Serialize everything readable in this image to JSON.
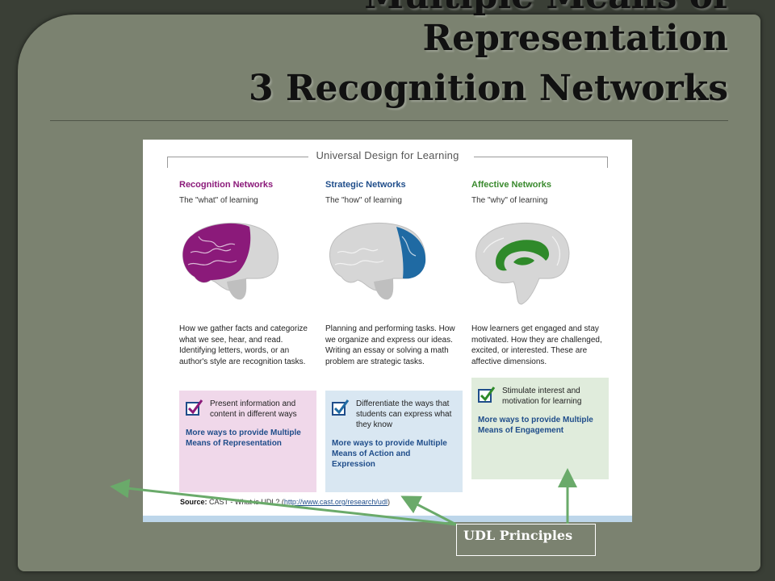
{
  "slide": {
    "title_line_1": "Multiple Means of",
    "title_line_2": "Representation",
    "title_line_3": "3 Recognition Networks"
  },
  "figure": {
    "header": "Universal Design for Learning",
    "columns": [
      {
        "title": "Recognition Networks",
        "subtitle": "The \"what\" of learning",
        "description": "How we gather facts and categorize what we see, hear, and read. Identifying letters, words, or an author's style are recognition tasks.",
        "box_text": "Present information and content in different ways",
        "box_link": "More ways to provide Multiple Means of Representation",
        "title_color": "#8b1a7a",
        "box_color": "#f0d8ea",
        "highlight_color": "#8b1a7a"
      },
      {
        "title": "Strategic Networks",
        "subtitle": "The \"how\" of learning",
        "description": "Planning and performing tasks. How we organize and express our ideas. Writing an essay or solving a math problem are strategic tasks.",
        "box_text": "Differentiate the ways that students can express what they know",
        "box_link": "More ways to provide Multiple Means of Action and Expression",
        "title_color": "#1f4d8a",
        "box_color": "#d9e7f2",
        "highlight_color": "#1f6aa3"
      },
      {
        "title": "Affective Networks",
        "subtitle": "The \"why\" of learning",
        "description": "How learners get engaged and stay motivated. How they are challenged, excited, or interested. These are affective dimensions.",
        "box_text": "Stimulate interest and motivation for learning",
        "box_link": "More ways to provide Multiple Means of Engagement",
        "title_color": "#3a8a2e",
        "box_color": "#e0ecdc",
        "highlight_color": "#2f8a2a"
      }
    ],
    "source_label": "Source:",
    "source_text": "CAST - What is UDL? (",
    "source_url": "http://www.cast.org/research/udl",
    "source_end": ")"
  },
  "callout": {
    "label": "UDL Principles",
    "arrow_color": "#6aaa6a"
  }
}
